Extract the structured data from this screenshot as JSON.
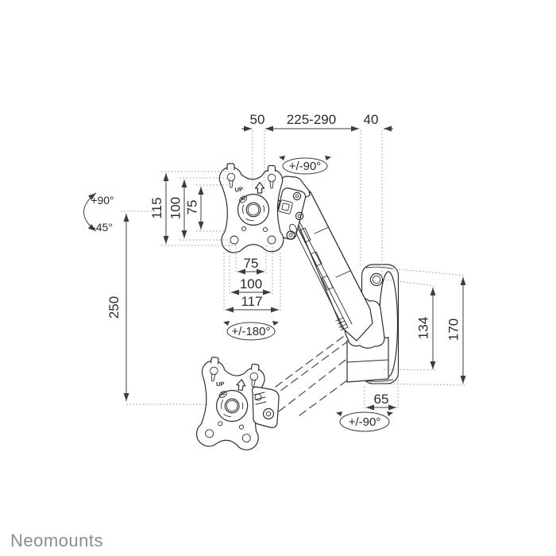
{
  "brand": {
    "logo_text": "Neomounts",
    "color": "#8d8d8d"
  },
  "diagram": {
    "stroke_color": "#2e2e2e",
    "dim_color": "#3c3c3c",
    "dotted_color": "#9a9a9a",
    "plate_markings": {
      "up_label": "UP"
    },
    "dimensions": {
      "offset_50": "50",
      "reach_225_290": "225-290",
      "wall_depth_40": "40",
      "vesa_height_115": "115",
      "vesa_height_100": "100",
      "vesa_height_75": "75",
      "vesa_width_75": "75",
      "vesa_width_100": "100",
      "vesa_width_117": "117",
      "drop_250": "250",
      "wall_holes_134": "134",
      "wall_plate_170": "170",
      "wall_plate_width_65": "65"
    },
    "rotations": {
      "tilt_up": "+90°",
      "tilt_down": "-45°",
      "swivel_top": "+/-90°",
      "rotate_vesa": "+/-180°",
      "swivel_wall": "+/-90°"
    }
  }
}
